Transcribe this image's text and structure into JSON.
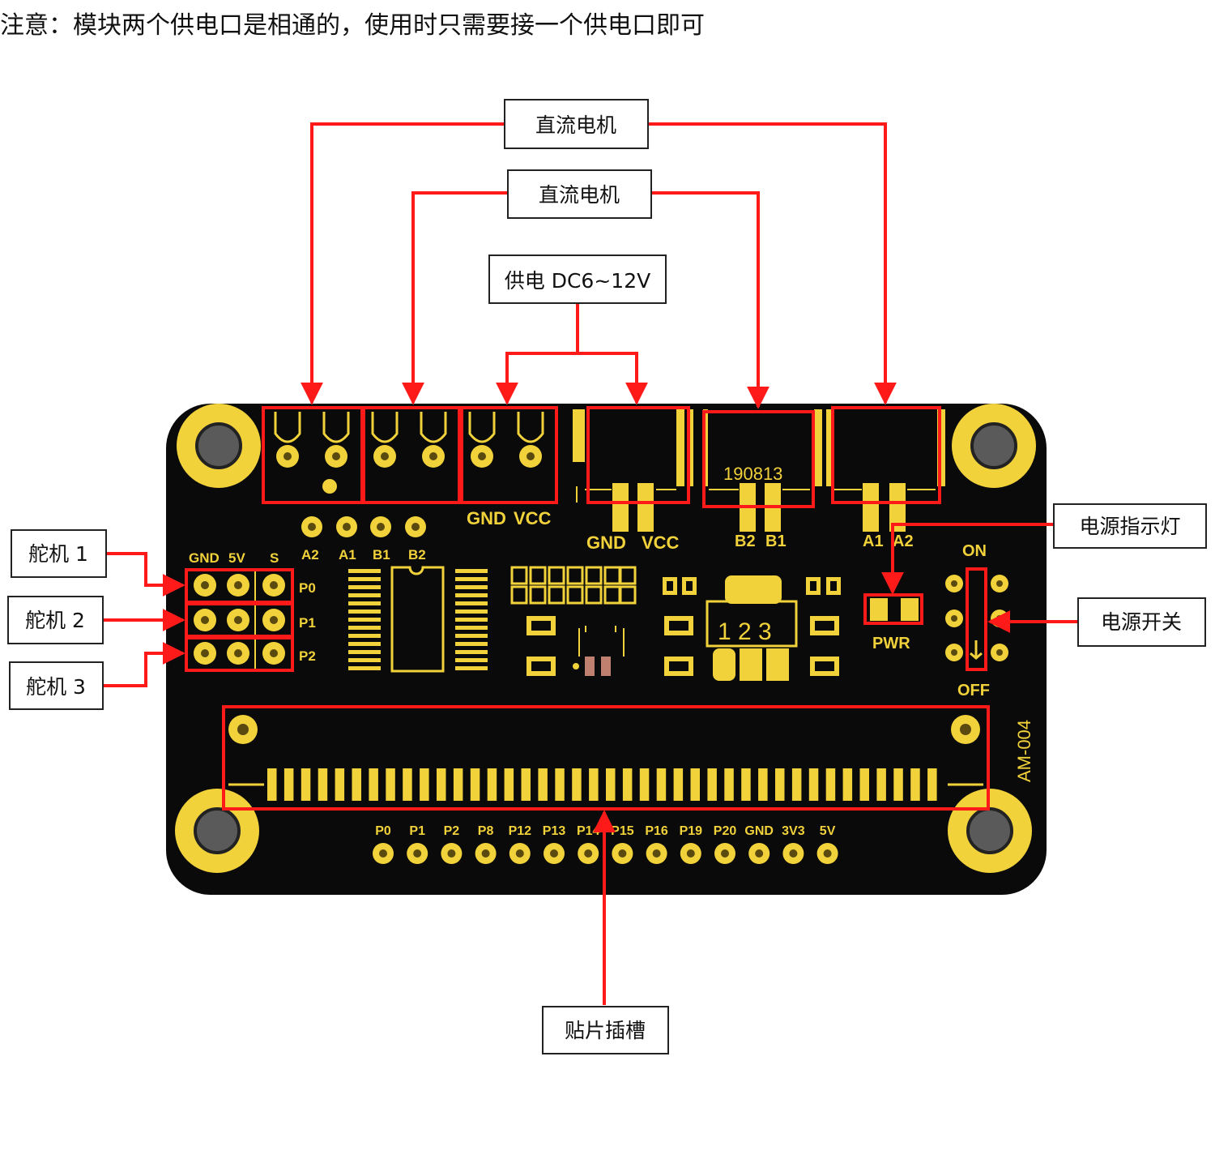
{
  "note": "注意：模块两个供电口是相通的，使用时只需要接一个供电口即可",
  "callouts": {
    "dc_motor_1": "直流电机",
    "dc_motor_2": "直流电机",
    "power_supply": "供电 DC6~12V",
    "power_indicator": "电源指示灯",
    "power_switch": "电源开关",
    "edge_slot": "贴片插槽",
    "servo_1": "舵机 1",
    "servo_2": "舵机 2",
    "servo_3": "舵机 3"
  },
  "board": {
    "header_labels": [
      "GND",
      "5V",
      "S"
    ],
    "servo_rows": [
      "P0",
      "P1",
      "P2"
    ],
    "pad_labels": [
      "A2",
      "A1",
      "B1",
      "B2"
    ],
    "terminal_labels": [
      "GND",
      "VCC"
    ],
    "dc_jack_labels": [
      "GND",
      "VCC"
    ],
    "jack_b_labels": [
      "B2",
      "B1"
    ],
    "jack_a_labels": [
      "A1",
      "A2"
    ],
    "date_code": "190813",
    "regulator_pins": "1 2 3",
    "pwr_label": "PWR",
    "switch_on": "ON",
    "switch_off": "OFF",
    "model": "AM-004",
    "bottom_pins": [
      "P0",
      "P1",
      "P2",
      "P8",
      "P12",
      "P13",
      "P14",
      "P15",
      "P16",
      "P19",
      "P20",
      "GND",
      "3V3",
      "5V"
    ]
  },
  "colors": {
    "board": "#0a0a0a",
    "silkscreen": "#f2d23a",
    "annotation": "#ff1a1a"
  }
}
